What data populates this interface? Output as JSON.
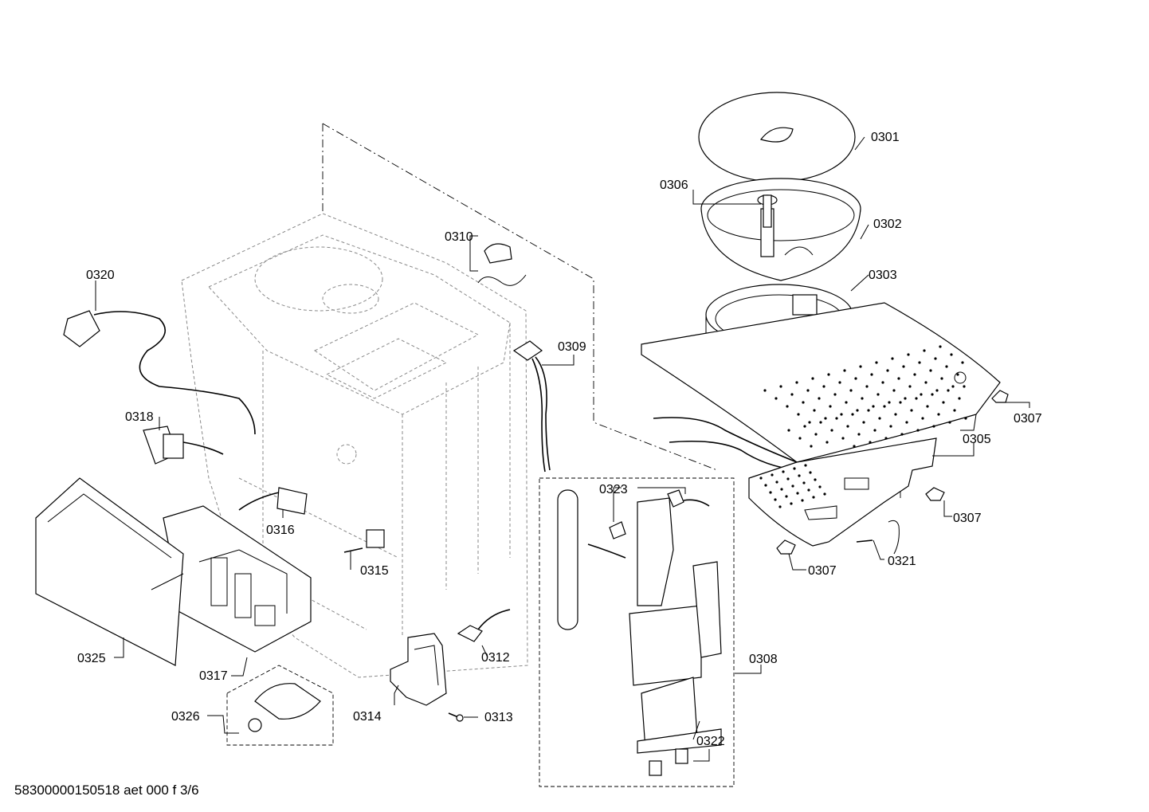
{
  "labels": {
    "p0301": "0301",
    "p0302": "0302",
    "p0303": "0303",
    "p0305": "0305",
    "p0306": "0306",
    "p0307a": "0307",
    "p0307b": "0307",
    "p0307c": "0307",
    "p0308": "0308",
    "p0309": "0309",
    "p0310": "0310",
    "p0312": "0312",
    "p0313": "0313",
    "p0314": "0314",
    "p0315": "0315",
    "p0316": "0316",
    "p0317": "0317",
    "p0318": "0318",
    "p0320": "0320",
    "p0321": "0321",
    "p0322": "0322",
    "p0323": "0323",
    "p0325": "0325",
    "p0326": "0326"
  },
  "footer": "58300000150518 aet 000 f 3/6"
}
